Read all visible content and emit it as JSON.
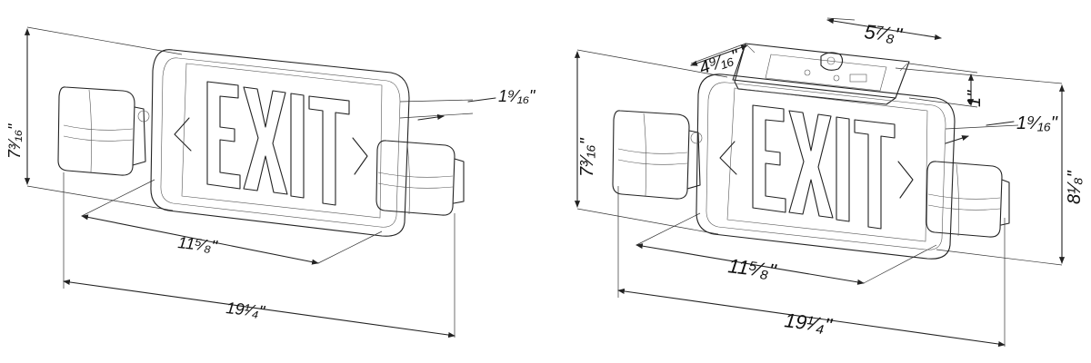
{
  "left_view": {
    "sign_text": "EXIT",
    "arrow_left": "<",
    "arrow_right": ">",
    "dims": {
      "height": "7³⁄₁₆\"",
      "depth": "1⁹⁄₁₆\"",
      "housing_width": "11⁵⁄₈\"",
      "overall_width": "19¹⁄₄\""
    }
  },
  "right_view": {
    "sign_text": "EXIT",
    "arrow_left": "<",
    "arrow_right": ">",
    "dims": {
      "box_width": "5⁷⁄₈\"",
      "box_depth": "4⁹⁄₁₆\"",
      "box_height": "1\"",
      "depth": "1⁹⁄₁₆\"",
      "height": "7³⁄₁₆\"",
      "total_height": "8¹⁄₈\"",
      "housing_width": "11⁵⁄₈\"",
      "overall_width": "19¹⁄₄\""
    }
  }
}
